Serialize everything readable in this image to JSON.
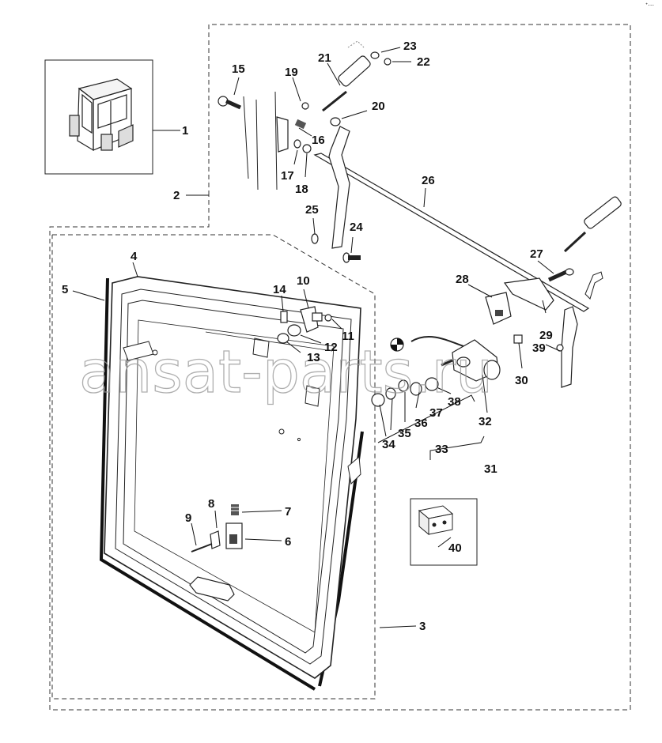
{
  "corner_mark": "ᐩ⋯",
  "watermark": "ansat-parts.ru",
  "callouts": [
    {
      "id": "1",
      "text": "1"
    },
    {
      "id": "2",
      "text": "2"
    },
    {
      "id": "3",
      "text": "3"
    },
    {
      "id": "4",
      "text": "4"
    },
    {
      "id": "5",
      "text": "5"
    },
    {
      "id": "6",
      "text": "6"
    },
    {
      "id": "7",
      "text": "7"
    },
    {
      "id": "8",
      "text": "8"
    },
    {
      "id": "9",
      "text": "9"
    },
    {
      "id": "10",
      "text": "10"
    },
    {
      "id": "11",
      "text": "11"
    },
    {
      "id": "12",
      "text": "12"
    },
    {
      "id": "13",
      "text": "13"
    },
    {
      "id": "14",
      "text": "14"
    },
    {
      "id": "15",
      "text": "15"
    },
    {
      "id": "16",
      "text": "16"
    },
    {
      "id": "17",
      "text": "17"
    },
    {
      "id": "18",
      "text": "18"
    },
    {
      "id": "19",
      "text": "19"
    },
    {
      "id": "20",
      "text": "20"
    },
    {
      "id": "21",
      "text": "21"
    },
    {
      "id": "22",
      "text": "22"
    },
    {
      "id": "23",
      "text": "23"
    },
    {
      "id": "24",
      "text": "24"
    },
    {
      "id": "25",
      "text": "25"
    },
    {
      "id": "26",
      "text": "26"
    },
    {
      "id": "27",
      "text": "27"
    },
    {
      "id": "28",
      "text": "28"
    },
    {
      "id": "29",
      "text": "29"
    },
    {
      "id": "30",
      "text": "30"
    },
    {
      "id": "31",
      "text": "31"
    },
    {
      "id": "32",
      "text": "32"
    },
    {
      "id": "33",
      "text": "33"
    },
    {
      "id": "34",
      "text": "34"
    },
    {
      "id": "35",
      "text": "35"
    },
    {
      "id": "36",
      "text": "36"
    },
    {
      "id": "37",
      "text": "37"
    },
    {
      "id": "38",
      "text": "38"
    },
    {
      "id": "39",
      "text": "39"
    },
    {
      "id": "40",
      "text": "40"
    }
  ]
}
